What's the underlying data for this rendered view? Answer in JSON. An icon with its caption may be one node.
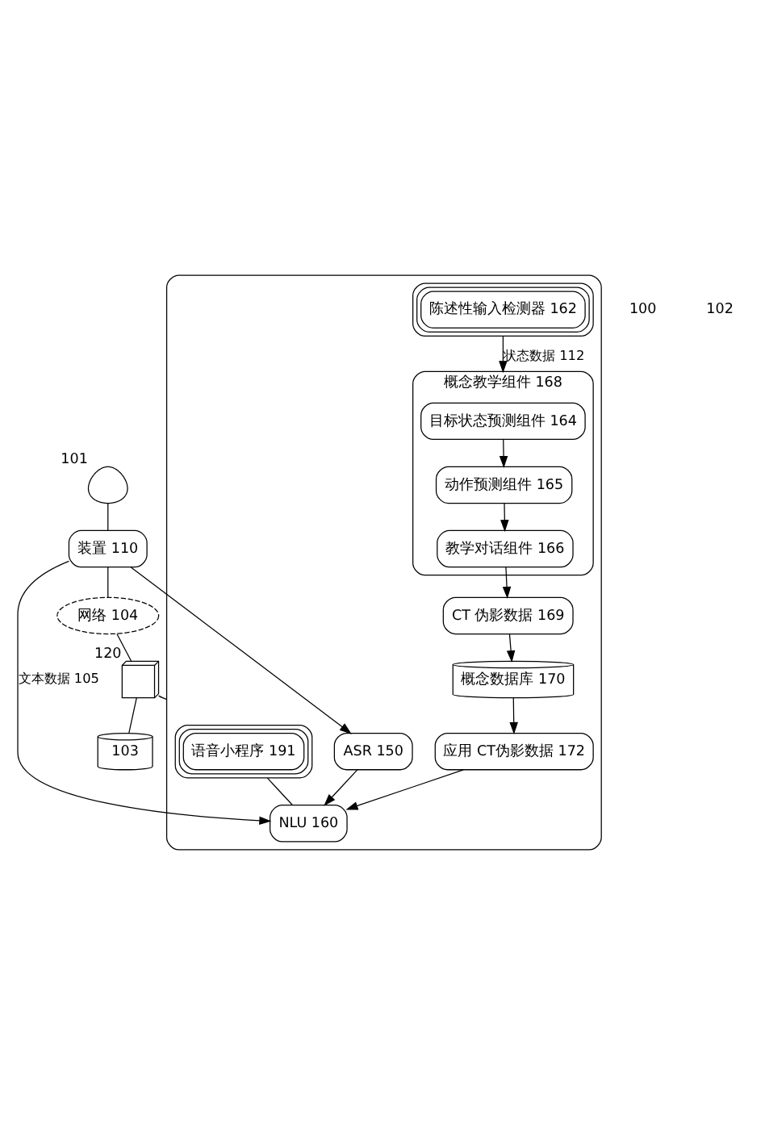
{
  "diagram": {
    "nodes": [
      {
        "text": [],
        "shape": "box"
      },
      {
        "text": [
          "ASR 150"
        ],
        "in": 0
      },
      {
        "text": [
          "NLU 160"
        ],
        "in": 0
      },
      {
        "text": [
          "陈述性输入检测器 162"
        ],
        "in": 0
      },
      {
        "text": [
          "语音小程序 191"
        ],
        "in": 0
      },
      {
        "text": [
          "应用 CT伪影数据 172"
        ],
        "in": 0
      },
      {
        "text": [
          "概念数据库 170"
        ],
        "in": 0
      },
      {
        "text": [
          "CT 伪影数据 169"
        ],
        "in": 0
      },
      {
        "text": [
          "概念教学组件 168"
        ],
        "in": 0
      },
      {
        "text": [
          "目标状态预测组件 164"
        ],
        "in": 8
      },
      {
        "text": [
          "动作预测组件 165"
        ],
        "in": 8
      },
      {
        "text": [
          "教学对话组件 166"
        ],
        "in": 8
      },
      {
        "text": [
          "装置 110"
        ]
      },
      {
        "text": [
          "网络 104"
        ]
      },
      {
        "text": [],
        "shape": "server",
        "beside": [
          "120"
        ]
      },
      {
        "text": [
          "103"
        ]
      },
      {
        "text": [],
        "shape": "person",
        "beside": [
          "101"
        ]
      }
    ],
    "edges": [
      {
        "from": 16,
        "to": 12,
        "arrow": "none"
      },
      {
        "from": 12,
        "to": 1,
        "arrow": "to"
      },
      {
        "from": 12,
        "to": 2,
        "arrow": "to",
        "label": "文本数据 105"
      },
      {
        "from": 12,
        "to": 13,
        "arrow": "none"
      },
      {
        "from": 13,
        "to": 14,
        "arrow": "none"
      },
      {
        "from": 14,
        "to": 15,
        "arrow": "none"
      },
      {
        "from": 14,
        "to": 0,
        "arrow": "none"
      },
      {
        "from": 1,
        "to": 2,
        "arrow": "to"
      },
      {
        "from": 4,
        "to": 2,
        "arrow": "none"
      },
      {
        "from": 5,
        "to": 2,
        "arrow": "to"
      },
      {
        "from": 3,
        "to": 8,
        "arrow": "to",
        "label": "状态数据 112"
      },
      {
        "from": 9,
        "to": 10,
        "arrow": "to"
      },
      {
        "from": 10,
        "to": 11,
        "arrow": "to"
      },
      {
        "from": 11,
        "to": 7,
        "arrow": "to"
      },
      {
        "from": 7,
        "to": 6,
        "arrow": "to"
      },
      {
        "from": 6,
        "to": 5,
        "arrow": "to"
      }
    ],
    "labels": [
      "100",
      "102"
    ]
  }
}
